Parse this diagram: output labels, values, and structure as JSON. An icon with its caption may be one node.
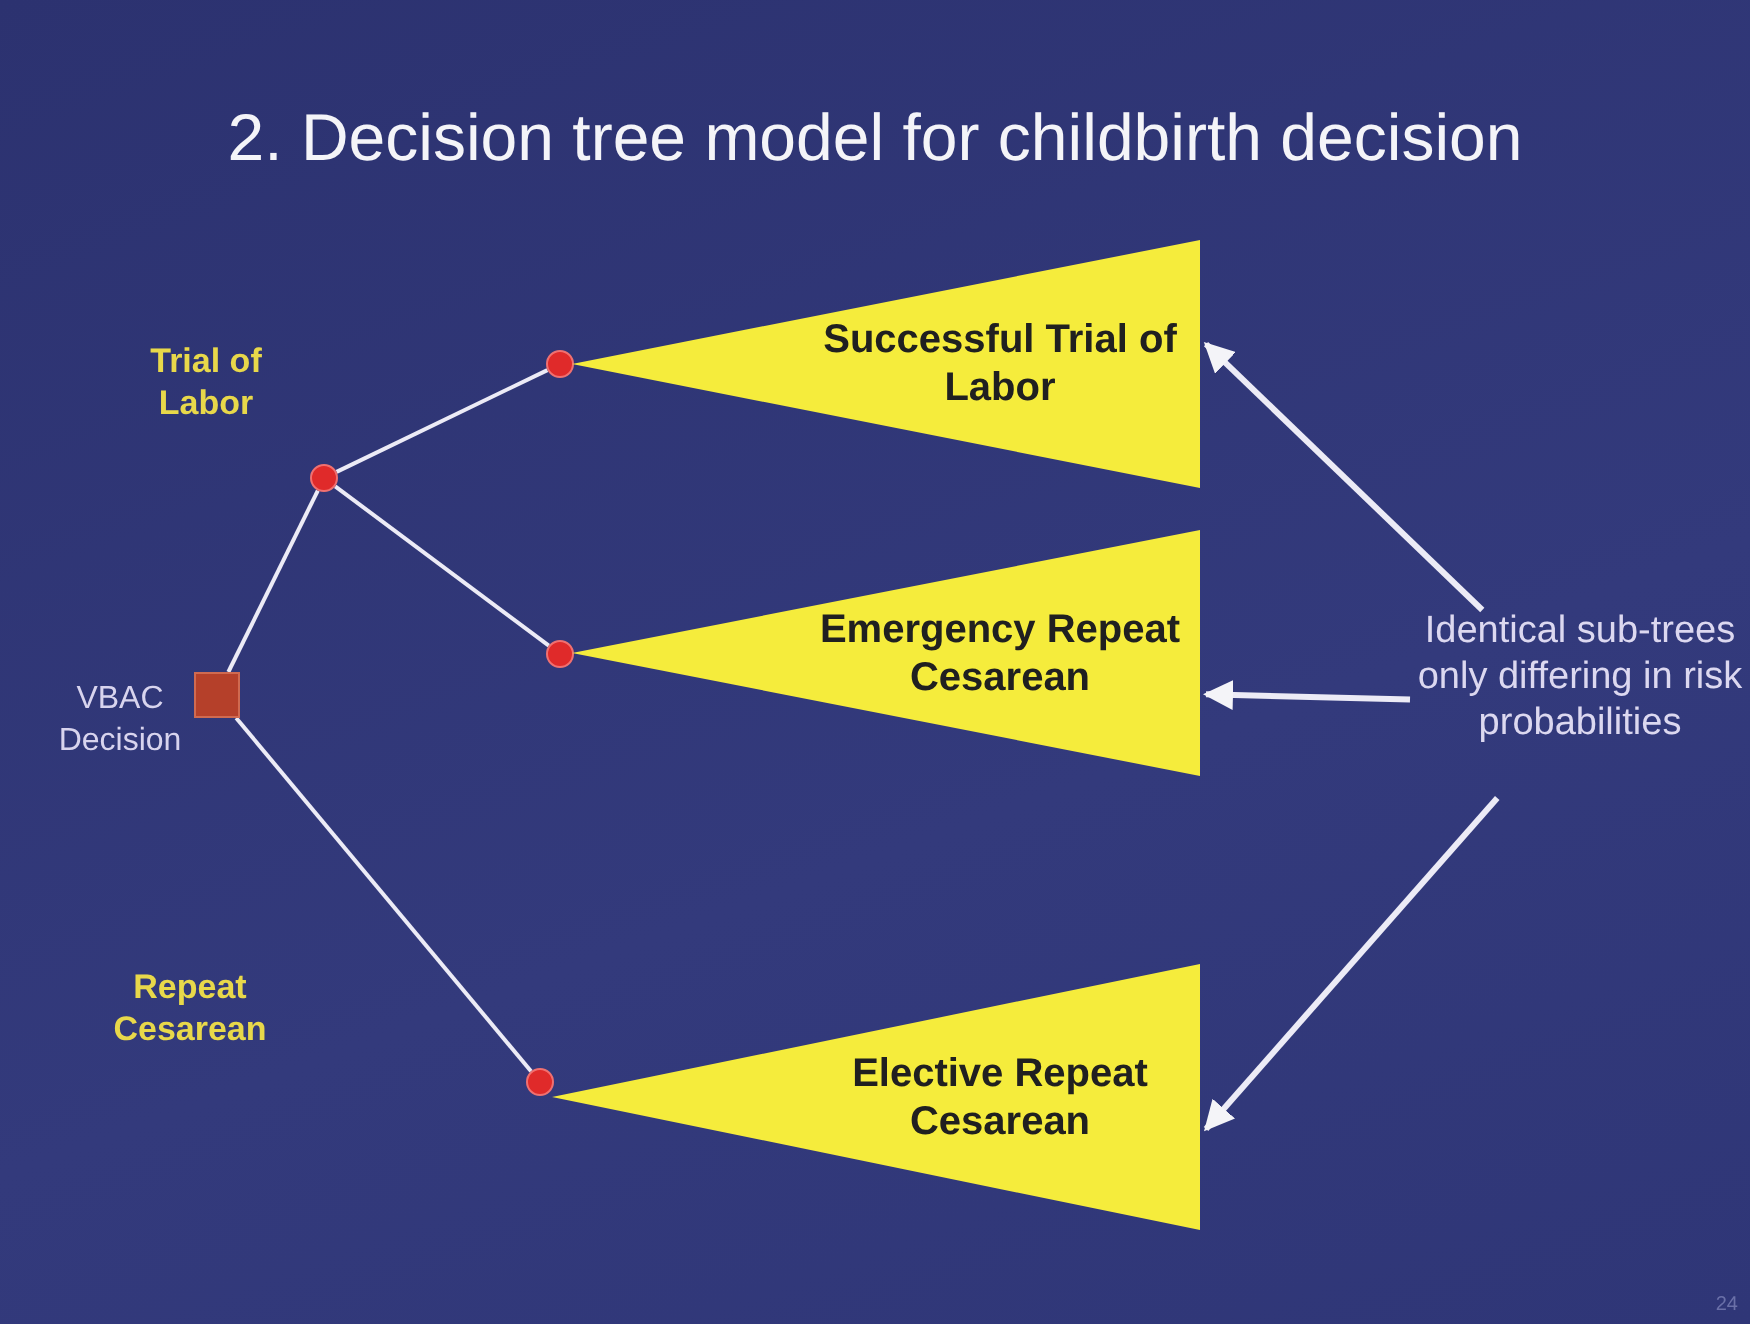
{
  "diagram": {
    "title": "2. Decision tree model for childbirth decision",
    "nodes": [
      {
        "text": [],
        "shape": "box",
        "beside": [
          "VBAC Decision"
        ]
      },
      {
        "text": [],
        "shape": "circle"
      },
      {
        "text": [],
        "shape": "circle"
      },
      {
        "text": [
          "Successful Trial of Labor"
        ]
      },
      {
        "text": [],
        "shape": "circle"
      },
      {
        "text": [
          "Emergency Repeat Cesarean"
        ]
      },
      {
        "text": [],
        "shape": "circle"
      },
      {
        "text": [
          "Elective Repeat Cesarean"
        ]
      },
      {
        "text": [
          "Identical sub-trees only differing in risk probabilities"
        ]
      }
    ],
    "edges": [
      {
        "from": 0,
        "to": 1,
        "arrow": "none"
      },
      {
        "from": 1,
        "to": 2,
        "arrow": "none"
      },
      {
        "from": 1,
        "to": 4,
        "arrow": "none"
      },
      {
        "from": 0,
        "to": 6,
        "arrow": "none"
      },
      {
        "from": 8,
        "to": 3,
        "arrow": "to"
      },
      {
        "from": 8,
        "to": 5,
        "arrow": "to"
      },
      {
        "from": 8,
        "to": 7,
        "arrow": "to"
      }
    ],
    "labels": [
      "Trial of Labor",
      "Repeat Cesarean",
      "24"
    ]
  }
}
